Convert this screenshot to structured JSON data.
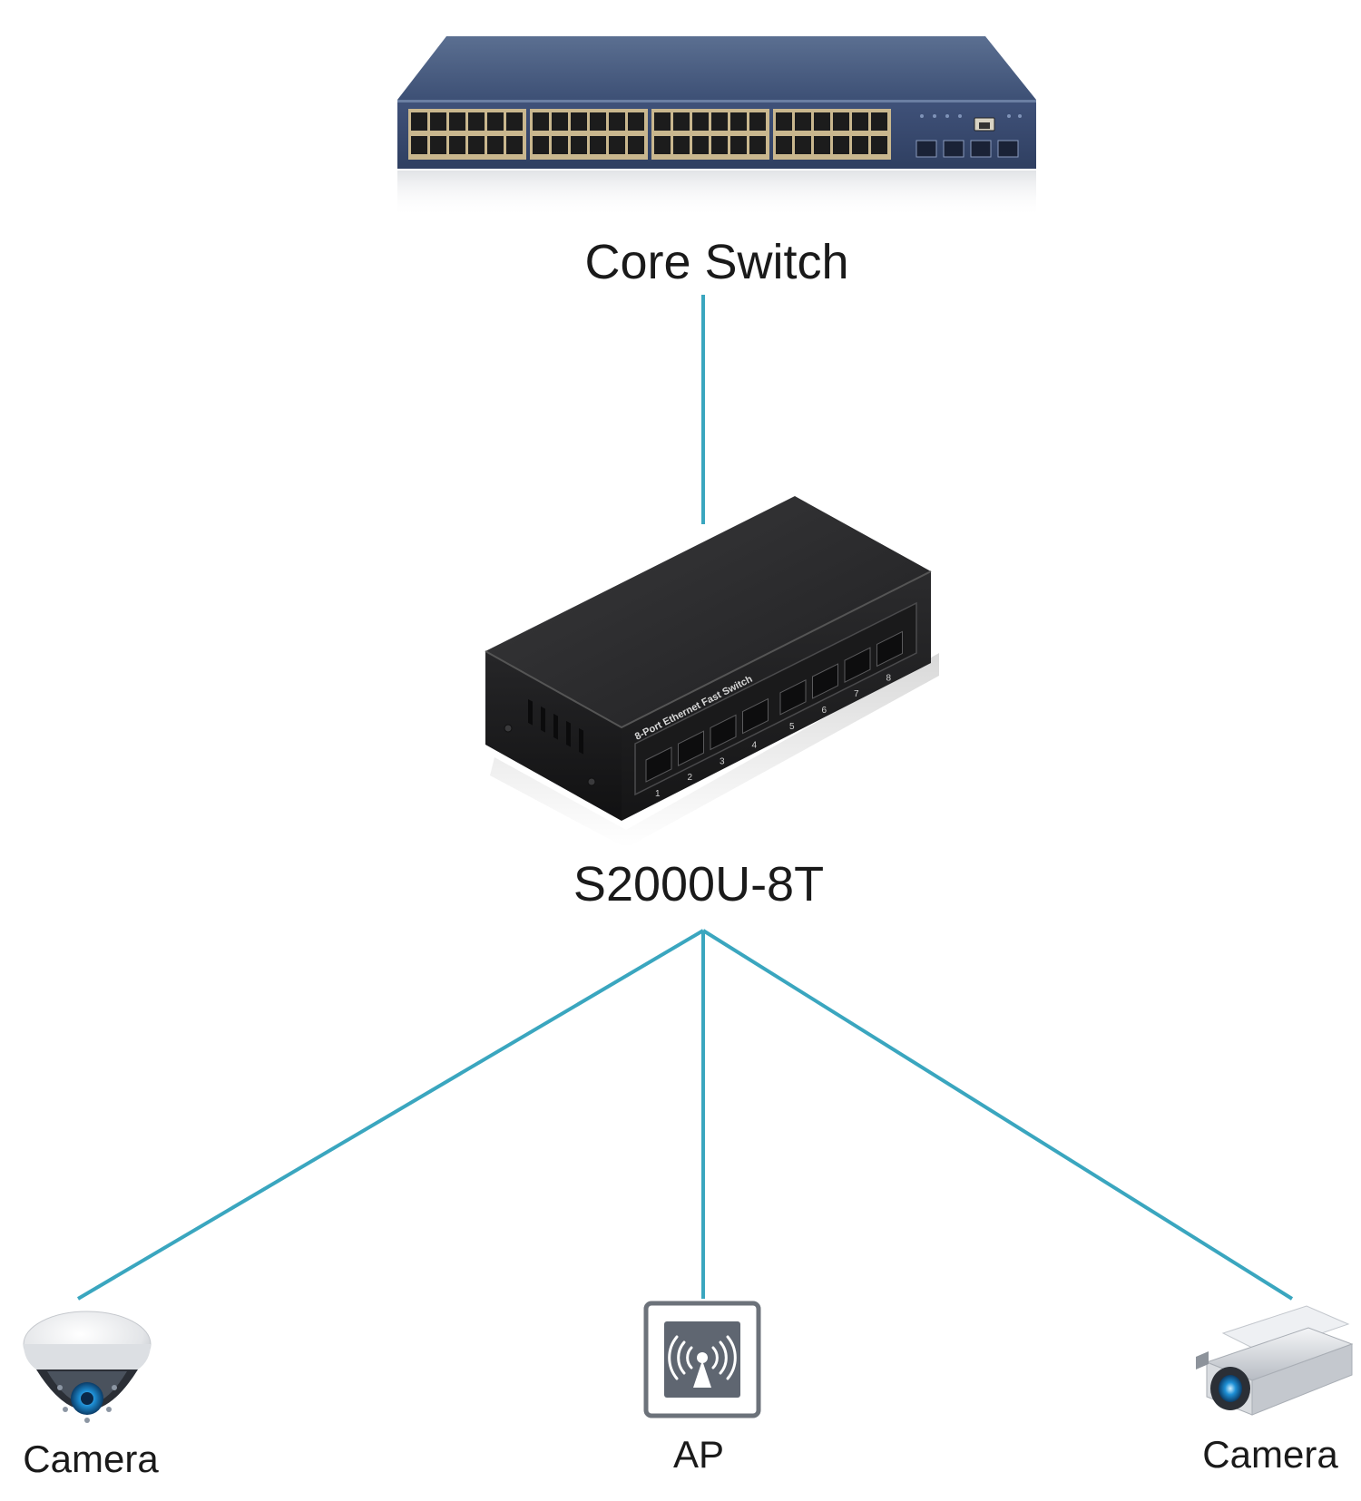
{
  "diagram": {
    "core_switch": {
      "label": "Core Switch",
      "icon": "rack-switch-icon"
    },
    "access_switch": {
      "label": "S2000U-8T",
      "icon": "desktop-switch-icon",
      "faceplate_text": "8-Port Ethernet Fast Switch",
      "port_numbers": [
        "1",
        "2",
        "3",
        "4",
        "5",
        "6",
        "7",
        "8"
      ]
    },
    "devices": [
      {
        "label": "Camera",
        "icon": "dome-camera-icon"
      },
      {
        "label": "AP",
        "icon": "wireless-ap-icon"
      },
      {
        "label": "Camera",
        "icon": "bullet-camera-icon"
      }
    ],
    "link_color": "#3aa6bf"
  }
}
